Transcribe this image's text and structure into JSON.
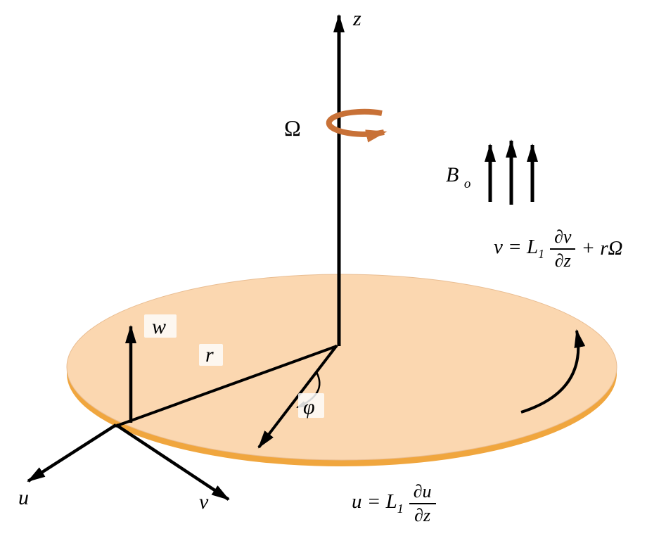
{
  "labels": {
    "z_axis": "z",
    "omega": "Ω",
    "b_field": "B",
    "b_field_sub": "o",
    "w_axis": "w",
    "radius": "r",
    "phi": "φ",
    "u_axis": "u",
    "v_axis": "v"
  },
  "equations": {
    "v": {
      "lead": "v = L",
      "sub": "1",
      "num": "∂v",
      "den": "∂z",
      "tail": "+ rΩ"
    },
    "u": {
      "lead": "u = L",
      "sub": "1",
      "num": "∂u",
      "den": "∂z"
    }
  },
  "colors": {
    "background": "#ffffff",
    "disk_top": "#fbd7b0",
    "disk_rim": "#f0a63e",
    "disk_edge": "#e9bd92",
    "rotation_arrow": "#c87137",
    "line": "#000000"
  }
}
